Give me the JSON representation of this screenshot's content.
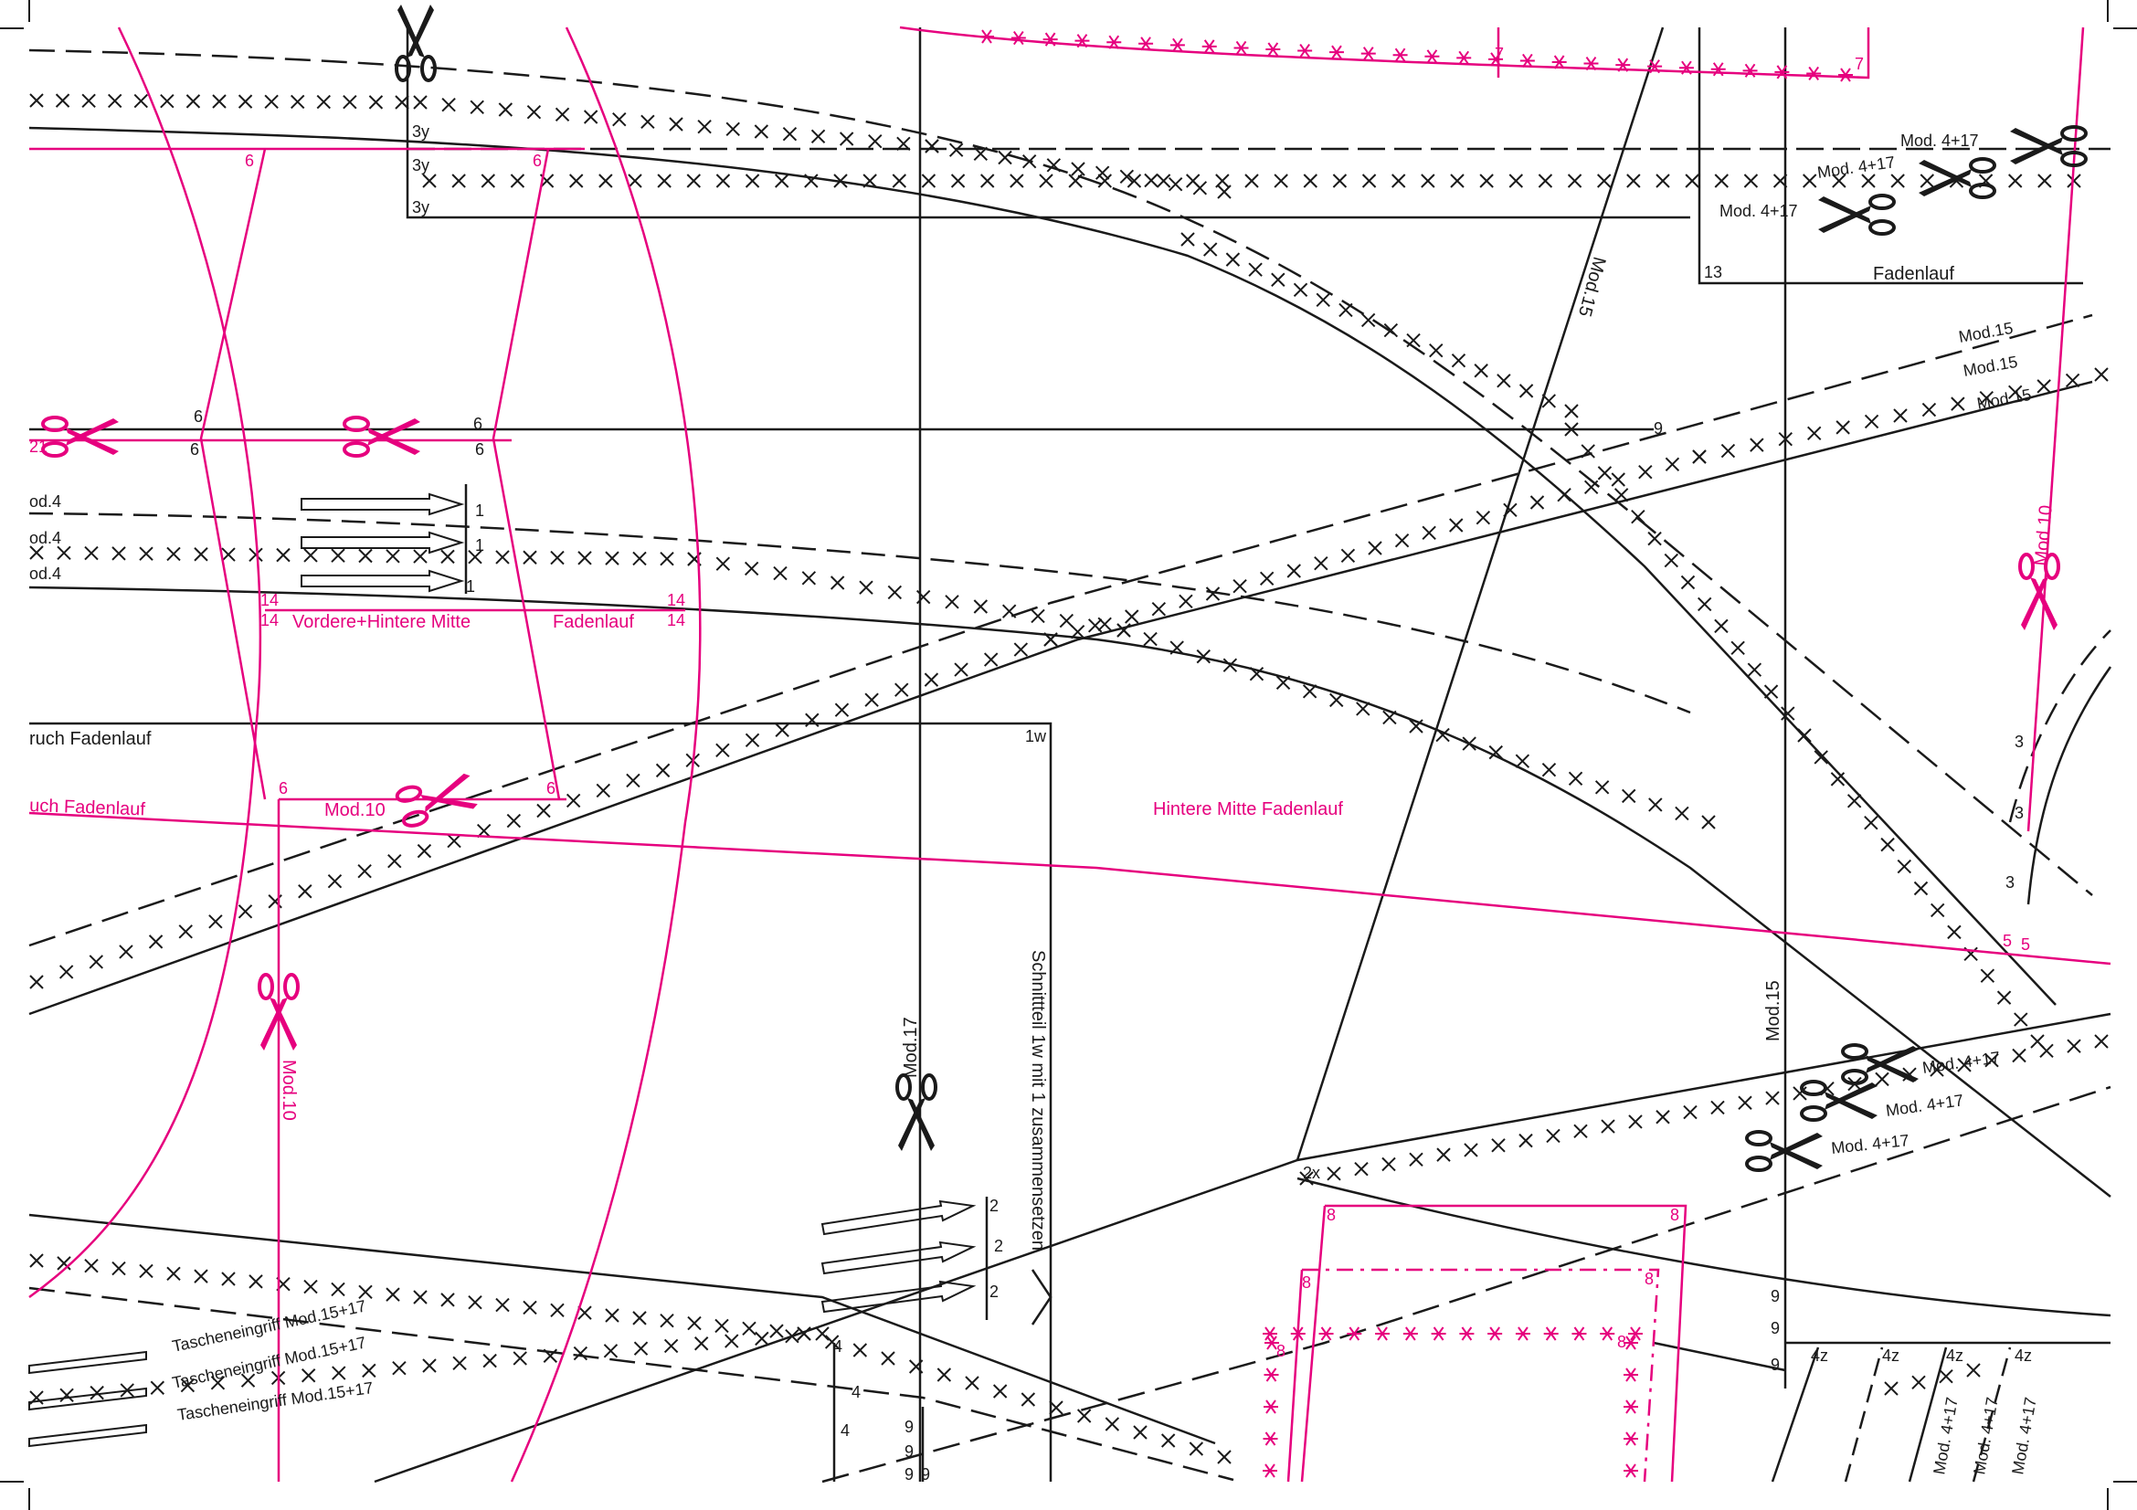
{
  "colors": {
    "ink": "#1a1a1a",
    "magenta": "#e6007e",
    "paper": "#ffffff"
  },
  "icons": [
    "scissors-icon",
    "grainline-arrow-icon"
  ],
  "labels": {
    "vordere_hintere_mitte": "Vordere+Hintere Mitte",
    "fadenlauf": "Fadenlauf",
    "bruch_fadenlauf": "ruch  Fadenlauf",
    "bruch_fadenlauf_magenta": "uch  Fadenlauf",
    "hintere_mitte_fadenlauf": "Hintere Mitte   Fadenlauf",
    "schnittteil": "Schnittteil 1w mit 1 zusammensetzen",
    "tascheneingriff": "Tascheneingriff Mod.15+17",
    "mod_4": "od.4",
    "mod_4_17": "Mod. 4+17",
    "mod_10": "Mod.10",
    "mod_15": "Mod.15",
    "mod_15_rot": "Mod.15",
    "mod_17": "Mod.17",
    "mod_4_17_vert": "Mod. 4+17"
  },
  "marks": {
    "n1": "1",
    "n2": "2",
    "n3": "3",
    "n4": "4",
    "n5": "5",
    "n6": "6",
    "n7": "7",
    "n8": "8",
    "n9": "9",
    "n13": "13",
    "n14": "14",
    "n3y": "3y",
    "n1w": "1w",
    "n2x": "2x",
    "n4z": "4z",
    "n21": "21"
  }
}
